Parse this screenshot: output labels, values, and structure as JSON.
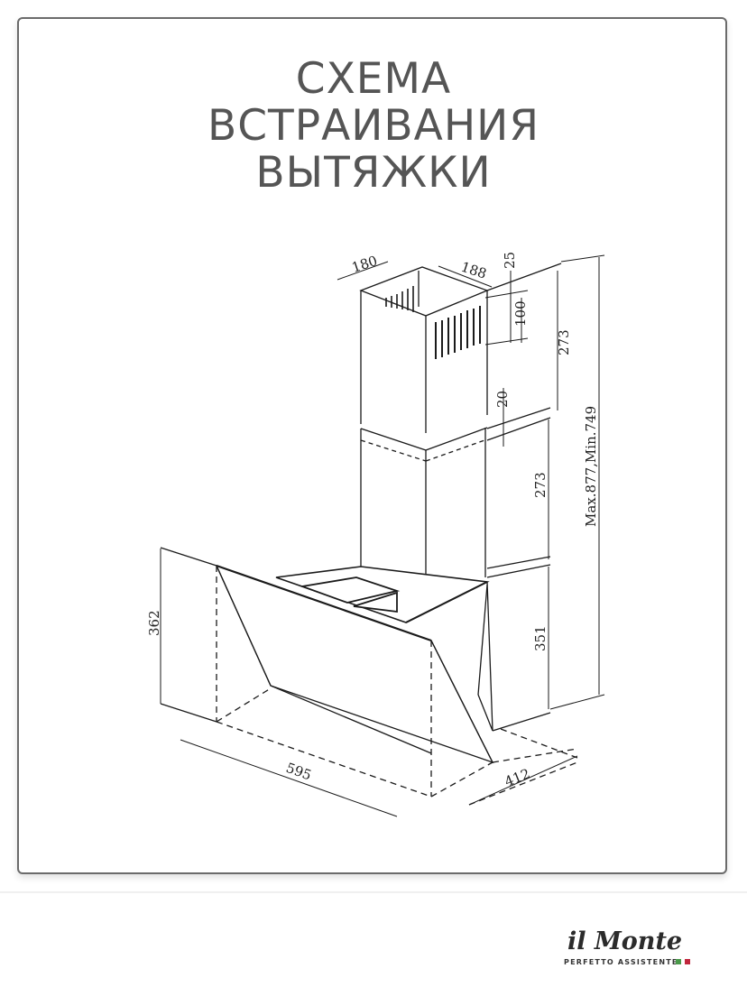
{
  "title": {
    "lines": [
      "СХЕМА",
      "ВСТРАИВАНИЯ",
      "ВЫТЯЖКИ"
    ],
    "color": "#555555"
  },
  "diagram": {
    "subject": "wall-mounted inclined cooker hood with telescopic chimney",
    "dimensions": {
      "chimney_depth": "180",
      "chimney_width": "188",
      "top_offset": "25",
      "vent_slot_height": "100",
      "upper_chimney_height": "273",
      "overlap": "20",
      "lower_chimney_height": "273",
      "hood_body_height": "351",
      "hood_front_height": "362",
      "hood_width": "595",
      "hood_depth": "412",
      "total_height": "Max.877,Min.749"
    }
  },
  "brand": {
    "name": "il Monte",
    "tagline": "PERFETTO ASSISTENTE",
    "flag_colors": [
      "#4a9a4a",
      "#c0273d"
    ]
  }
}
